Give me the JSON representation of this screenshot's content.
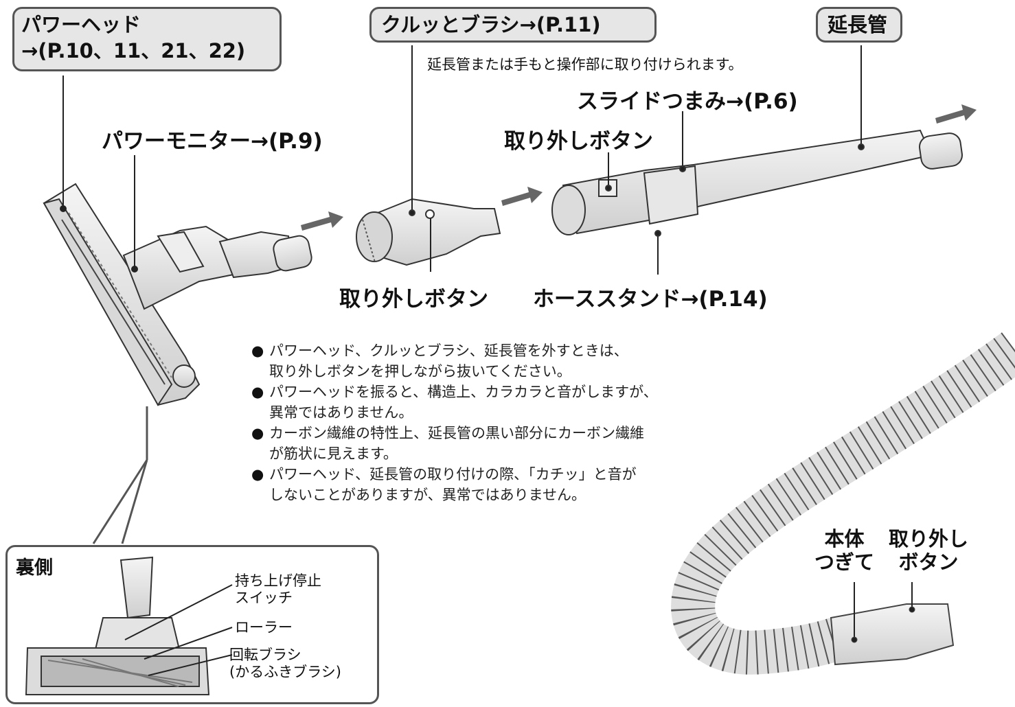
{
  "labels": {
    "power_head_box": [
      "パワーヘッド",
      "→(P.10、11、21、22)"
    ],
    "kurutto_brush_box": "クルッとブラシ→(P.11)",
    "extension_pipe_box": "延長管",
    "attach_note": "延長管または手もと操作部に取り付けられます。",
    "slide_knob": "スライドつまみ→(P.6)",
    "power_monitor": "パワーモニター→(P.9)",
    "release_button_pipe": "取り外しボタン",
    "release_button_brush": "取り外しボタン",
    "hose_stand": "ホーススタンド→(P.14)",
    "body_joint": [
      "本体",
      "つぎて"
    ],
    "release_button_hose": [
      "取り外し",
      "ボタン"
    ]
  },
  "notes": [
    {
      "bullet": "●",
      "lines": [
        "パワーヘッド、クルッとブラシ、延長管を外すときは、",
        "取り外しボタンを押しながら抜いてください。"
      ]
    },
    {
      "bullet": "●",
      "lines": [
        "パワーヘッドを振ると、構造上、カラカラと音がしますが、",
        "異常ではありません。"
      ]
    },
    {
      "bullet": "●",
      "lines": [
        "カーボン繊維の特性上、延長管の黒い部分にカーボン繊維",
        "が筋状に見えます。"
      ]
    },
    {
      "bullet": "●",
      "lines": [
        "パワーヘッド、延長管の取り付けの際、「カチッ」と音が",
        "しないことがありますが、異常ではありません。"
      ]
    }
  ],
  "inset": {
    "title": "裏側",
    "labels": {
      "lift_stop_switch": [
        "持ち上げ停止",
        "スイッチ"
      ],
      "roller": "ローラー",
      "rotary_brush": [
        "回転ブラシ",
        "(かるふきブラシ)"
      ]
    }
  }
}
